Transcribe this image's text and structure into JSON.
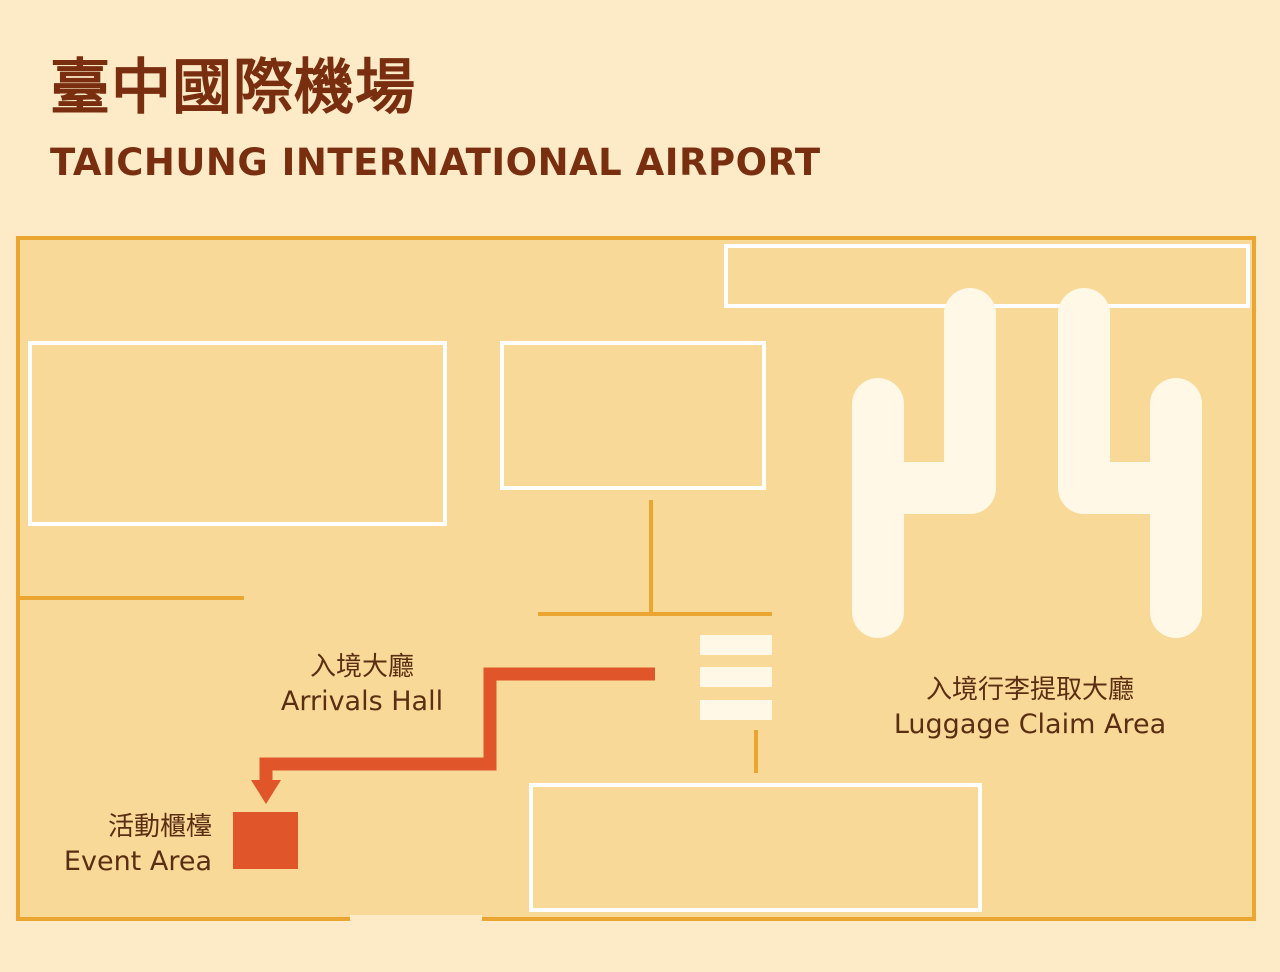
{
  "title": {
    "zh": "臺中國際機場",
    "en": "TAICHUNG INTERNATIONAL AIRPORT"
  },
  "areas": {
    "arrivals_hall": {
      "zh": "入境大廳",
      "en": "Arrivals Hall"
    },
    "luggage_claim": {
      "zh": "入境行李提取大廳",
      "en": "Luggage Claim Area"
    },
    "event_area": {
      "zh": "活動櫃檯",
      "en": "Event Area"
    }
  },
  "colors": {
    "background": "#fdebc8",
    "floor": "#f9d998",
    "wall": "#eaa630",
    "room_outline": "#ffffff",
    "carousel": "#fff8e6",
    "route": "#e0562a",
    "event_marker": "#e0562a",
    "title": "#7a2e10",
    "label": "#5a2e12"
  }
}
